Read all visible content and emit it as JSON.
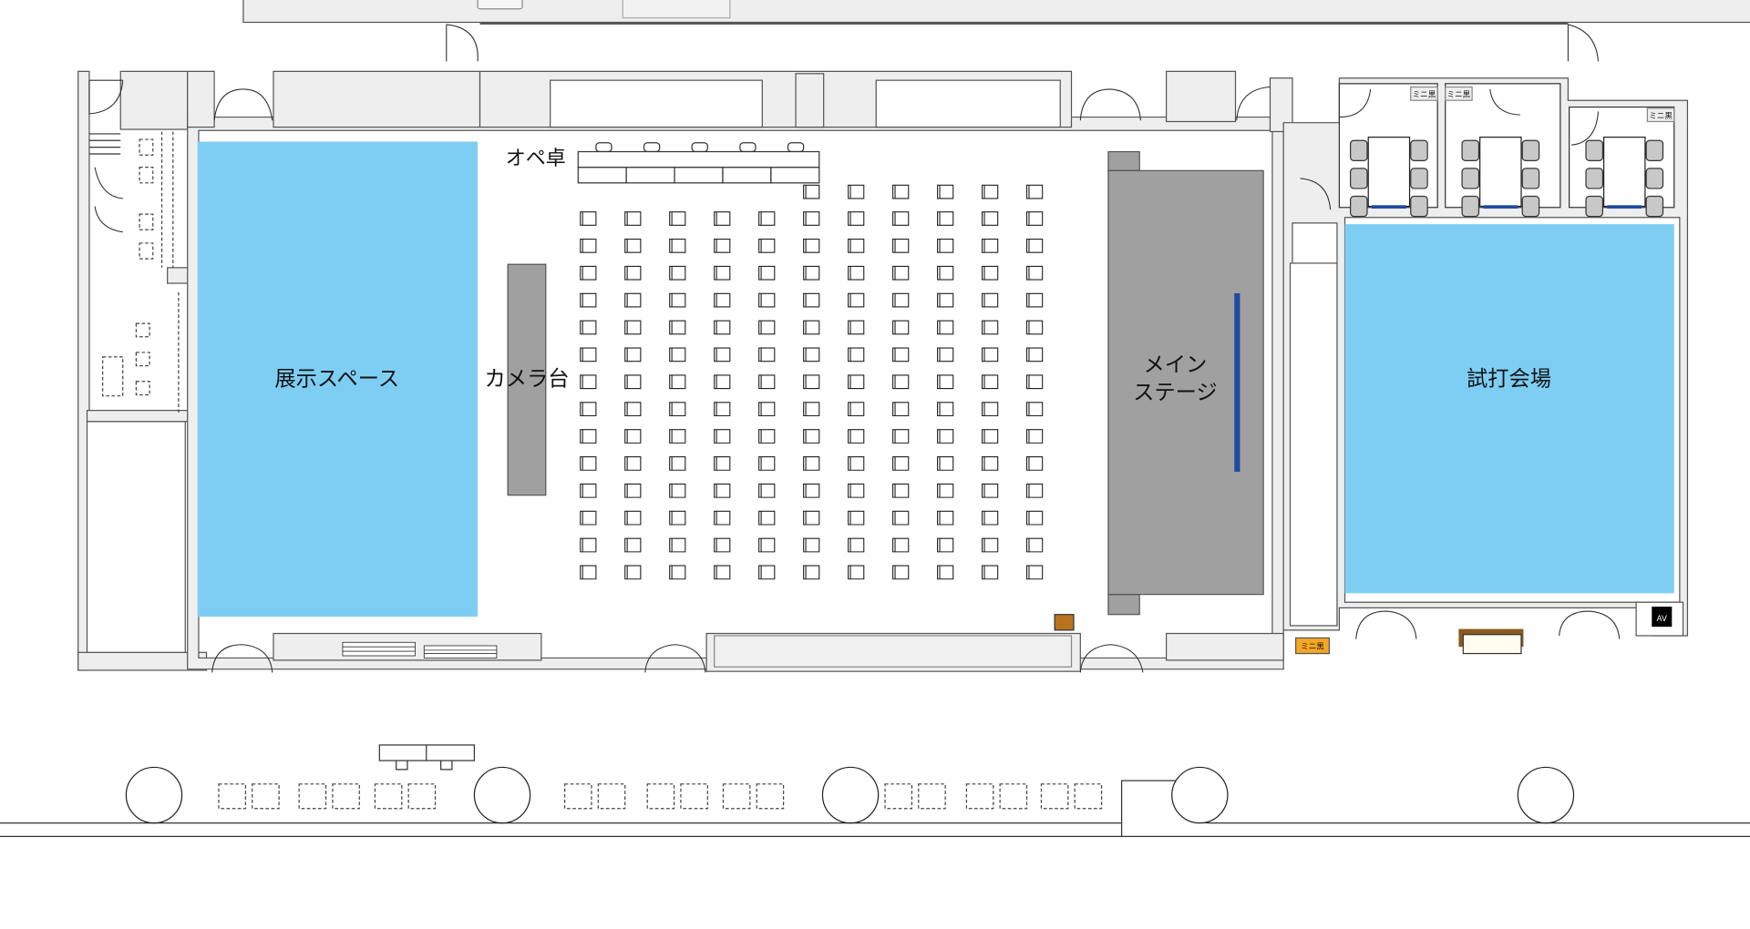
{
  "labels": {
    "exhibit_space": "展示スペース",
    "camera_stand": "カメラ台",
    "operator_desk": "オペ卓",
    "main_stage_line1": "メイン",
    "main_stage_line2": "ステージ",
    "trial_venue": "試打会場",
    "mini_board": "ミニ黒",
    "av": "AV"
  },
  "colors": {
    "exhibit_area": "#7ecef4",
    "stage": "#a0a0a0",
    "stage_screen": "#1e4aa0",
    "wall": "#eeeeee",
    "mini_board_orange": "#f5a623",
    "podium": "#8a5a1e"
  },
  "seating": {
    "columns": 11,
    "rows": 14,
    "front_row_extra_seats": 6
  }
}
